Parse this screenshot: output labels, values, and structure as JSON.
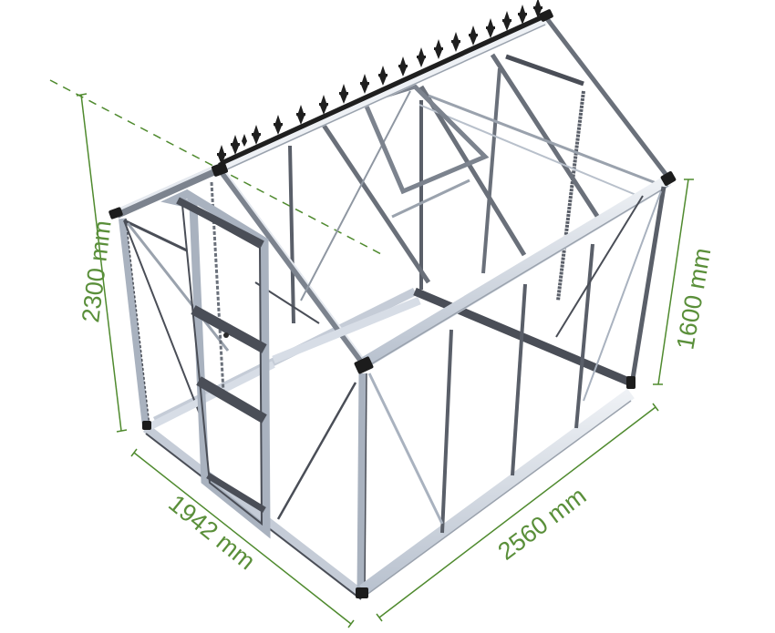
{
  "diagram": {
    "subject": "Greenhouse frame, isometric view",
    "colors": {
      "dimension_line": "#4f8a2e",
      "dimension_text": "#5a8f3a",
      "frame_light": "#d7dde6",
      "frame_mid": "#a9b2bf",
      "frame_dark": "#4a4e57",
      "connector": "#1c1c1c",
      "finial": "#1f1f1f",
      "background": "#ffffff"
    },
    "dimensions": {
      "total_height": "2300 mm",
      "eave_height": "1600 mm",
      "width": "1942 mm",
      "length": "2560 mm"
    },
    "features": {
      "ridge_finials_count": 19,
      "roof_vent": "open roof window",
      "door": "sliding door on gable end"
    }
  }
}
